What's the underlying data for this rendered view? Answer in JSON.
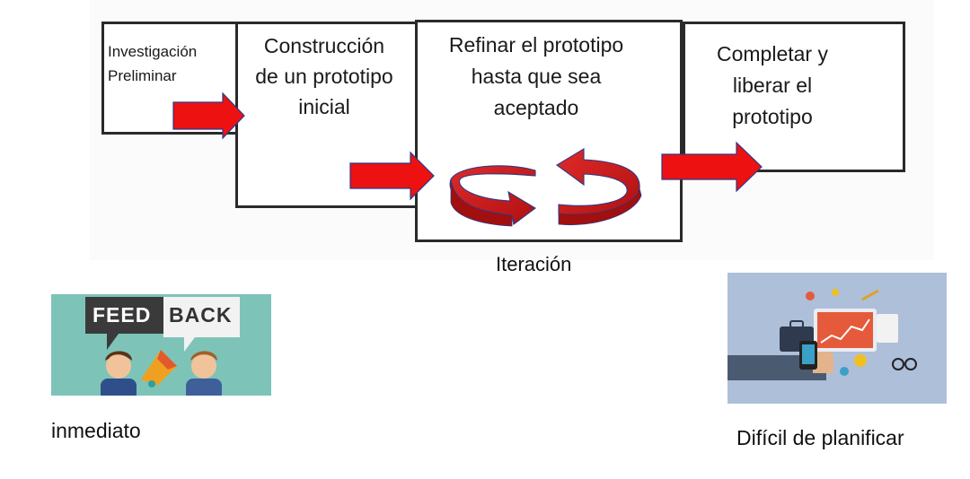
{
  "steps": [
    {
      "line1": "Investigación",
      "line2": "Preliminar"
    },
    {
      "line1": "Construcción",
      "line2": "de un prototipo",
      "line3": "inicial"
    },
    {
      "line1": "Refinar el prototipo",
      "line2": "hasta que sea",
      "line3": "aceptado"
    },
    {
      "line1": "Completar y",
      "line2": "liberar el",
      "line3": "prototipo"
    }
  ],
  "iteration_label": "Iteración",
  "feedback": {
    "word1": "FEED",
    "word2": "BACK",
    "caption": "inmediato"
  },
  "planning": {
    "caption": "Difícil de planificar"
  },
  "colors": {
    "arrow": "#ee1111",
    "arrow_outline": "#2b3a8a",
    "loop_arrow": "#cc1a1a",
    "box_border": "#2a2a2a",
    "feedback_bg": "#7ec3b8",
    "planning_bg": "#aebfd9"
  }
}
